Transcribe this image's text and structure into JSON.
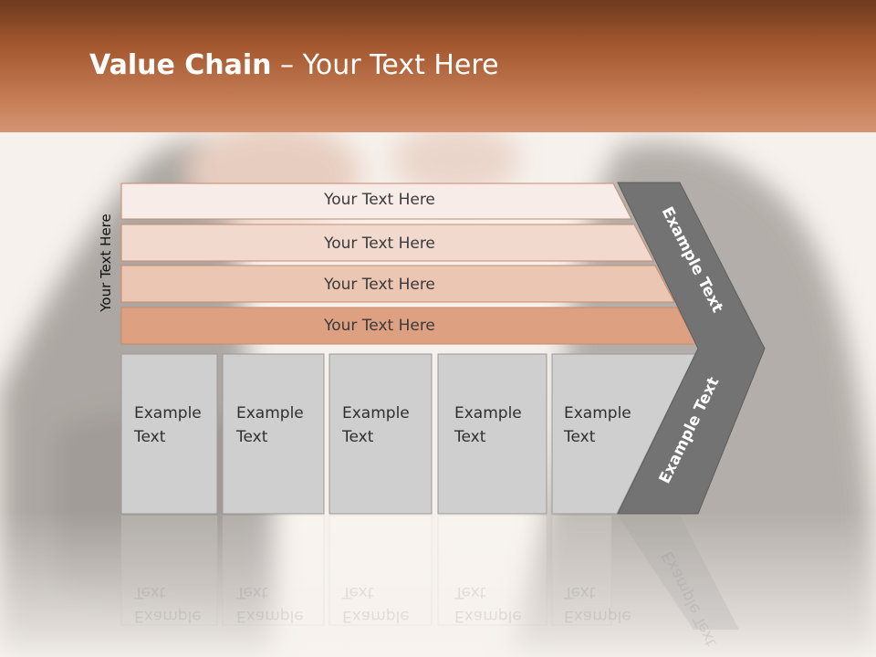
{
  "title": {
    "bold": "Value Chain",
    "rest": " – Your Text Here"
  },
  "side_label": "Your Text Here",
  "rows": [
    "Your Text Here",
    "Your Text Here",
    "Your Text Here",
    "Your Text Here"
  ],
  "cells": [
    {
      "line1": "Example",
      "line2": "Text"
    },
    {
      "line1": "Example",
      "line2": "Text"
    },
    {
      "line1": "Example",
      "line2": "Text"
    },
    {
      "line1": "Example",
      "line2": "Text"
    },
    {
      "line1": "Example",
      "line2": "Text"
    }
  ],
  "chevron": {
    "top": "Example Text",
    "bottom": "Example Text"
  },
  "colors": {
    "header_dark": "#6e3b1f",
    "header_light": "#d49473",
    "row_fills": [
      "#f8ece8",
      "#f1d9ce",
      "#ebc6b2",
      "#dda080"
    ],
    "row_stroke": "#c98a6a",
    "cell_fill": "#cfcfcf",
    "chevron_fill": "#737373"
  }
}
